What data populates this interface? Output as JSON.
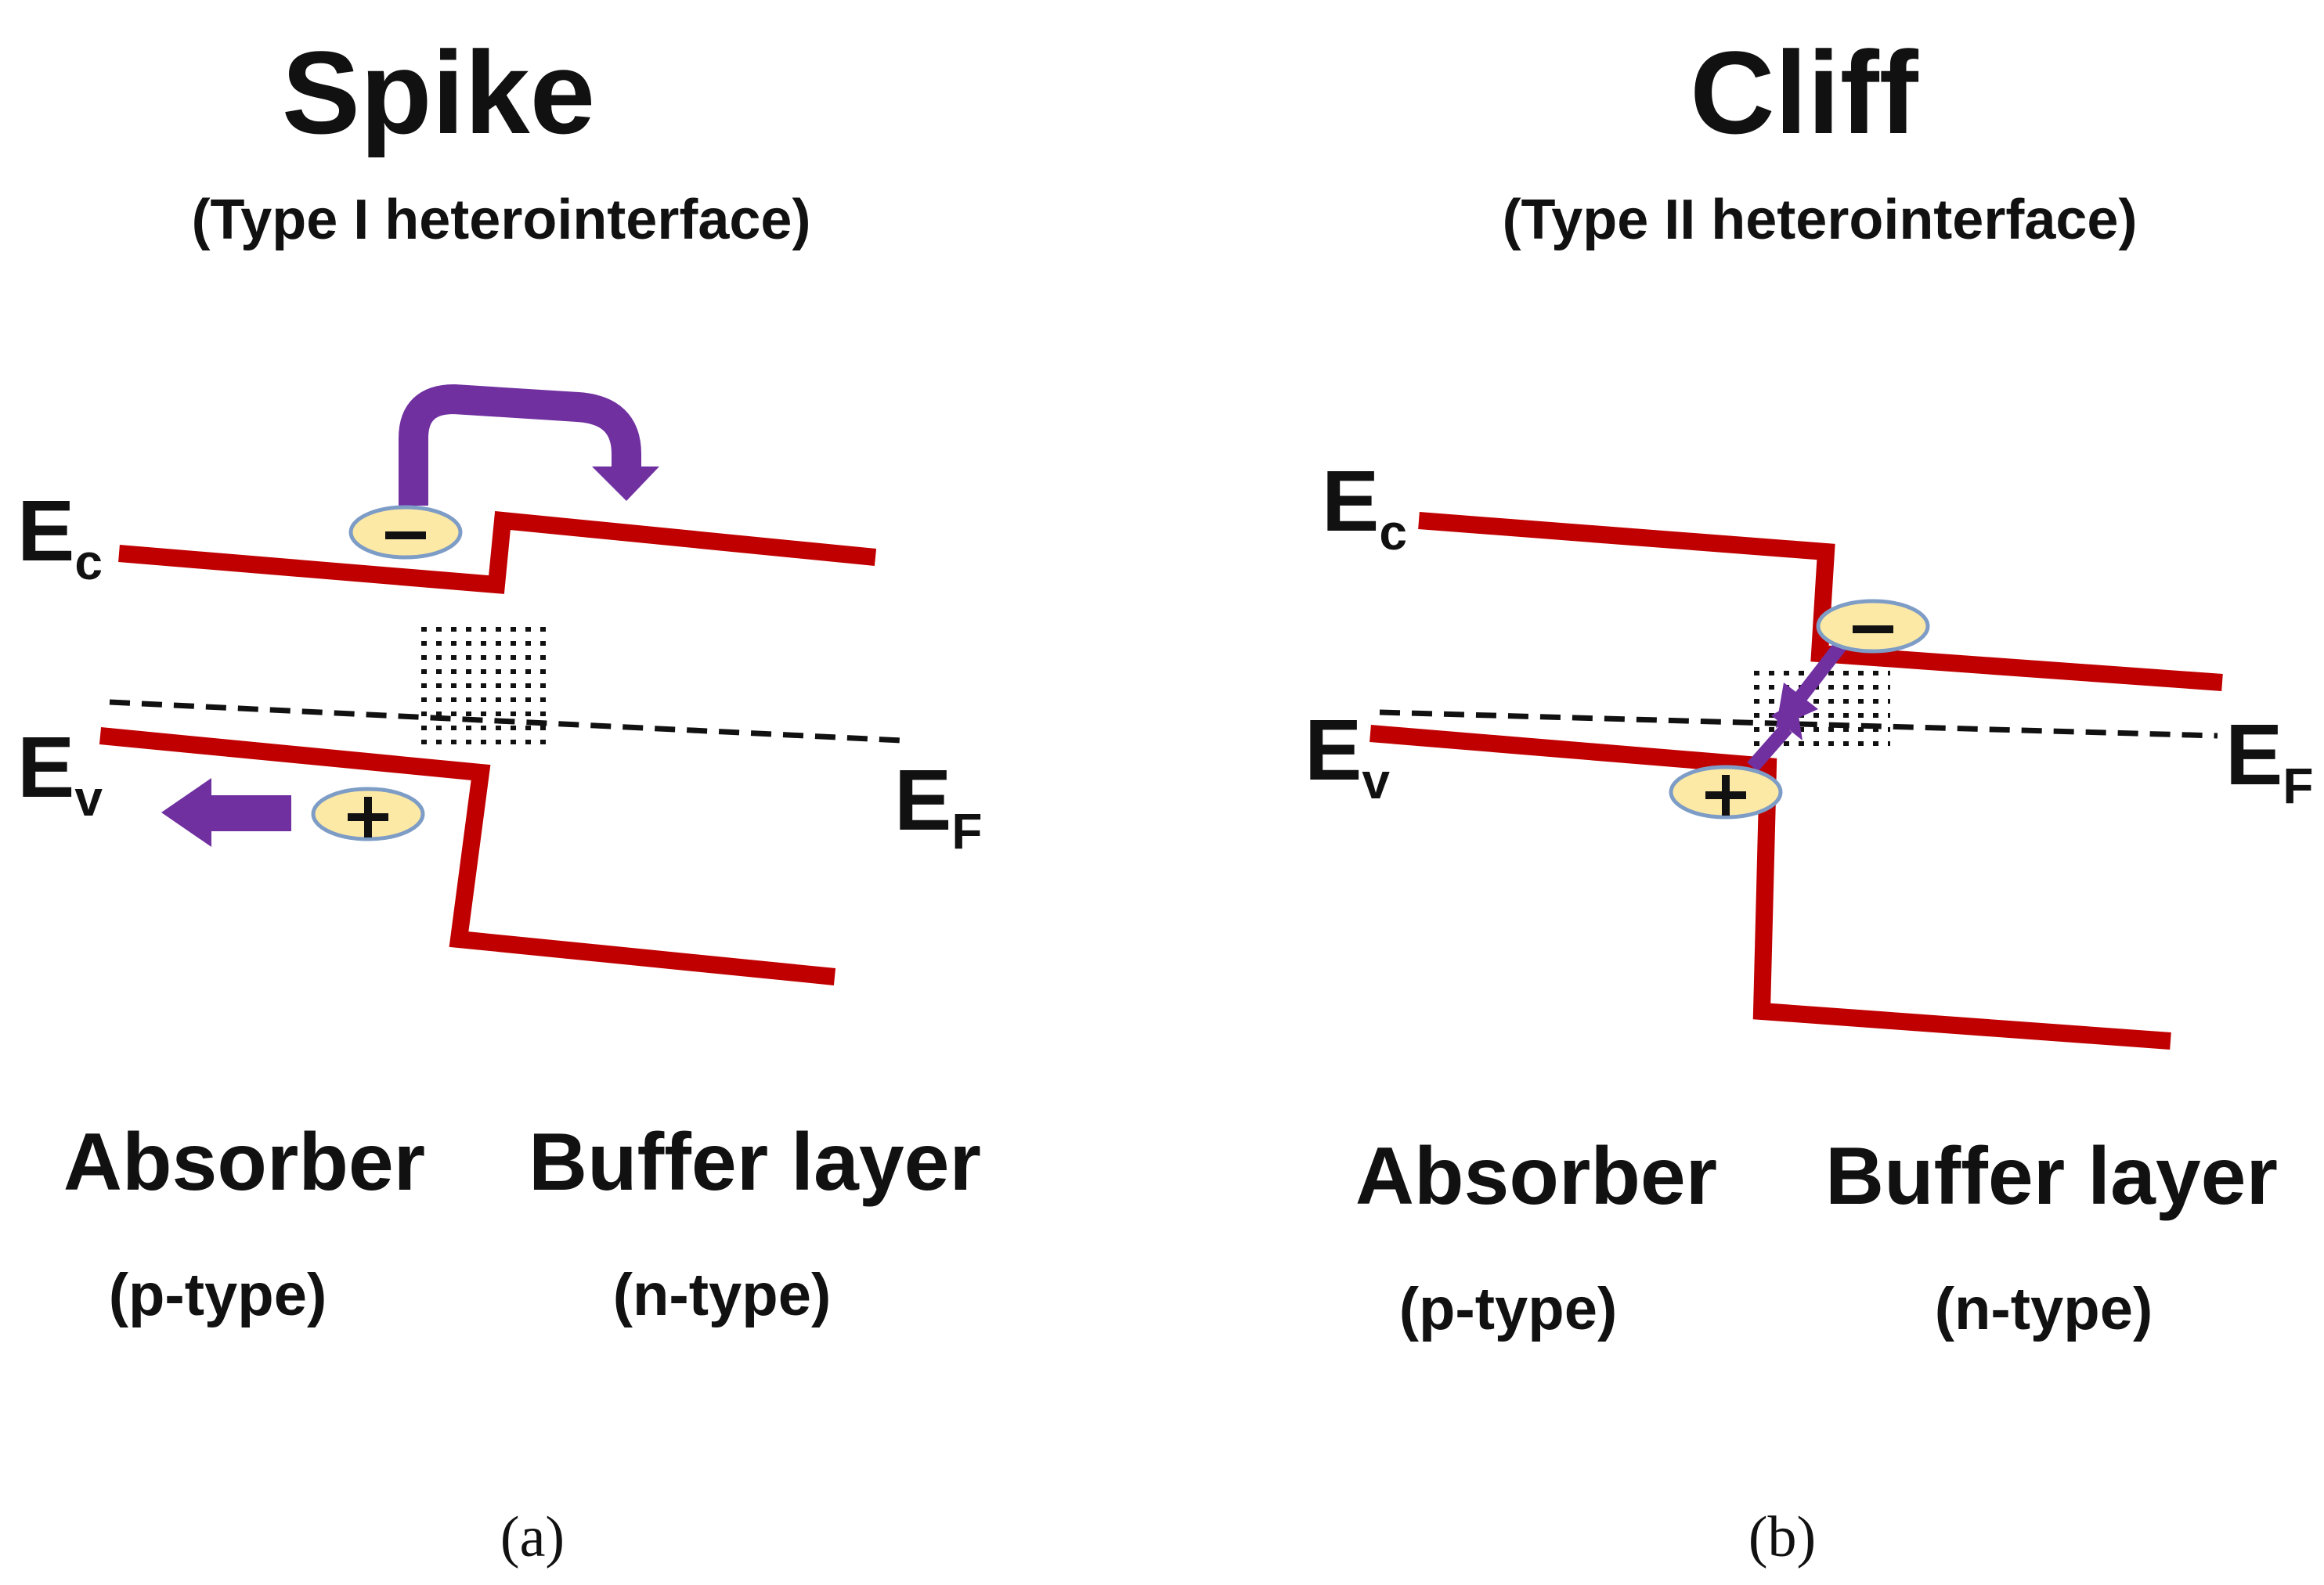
{
  "panels": [
    {
      "id": "a",
      "title": "Spike",
      "subtitle": "(Type I heterointerface)",
      "conduction_band_label": {
        "main": "E",
        "sub": "c"
      },
      "valence_band_label": {
        "main": "E",
        "sub": "v"
      },
      "fermi_level_label": {
        "main": "E",
        "sub": "F"
      },
      "electron_sign": "−",
      "hole_sign": "+",
      "left_material": "Absorber",
      "left_type": "(p-type)",
      "right_material": "Buffer layer",
      "right_type": "(n-type)",
      "caption": "(a)"
    },
    {
      "id": "b",
      "title": "Cliff",
      "subtitle": "(Type II heterointerface)",
      "conduction_band_label": {
        "main": "E",
        "sub": "c"
      },
      "valence_band_label": {
        "main": "E",
        "sub": "v"
      },
      "fermi_level_label": {
        "main": "E",
        "sub": "F"
      },
      "electron_sign": "−",
      "hole_sign": "+",
      "left_material": "Absorber",
      "left_type": "(p-type)",
      "right_material": "Buffer layer",
      "right_type": "(n-type)",
      "caption": "(b)"
    }
  ],
  "colors": {
    "band_edge": "#c00000",
    "carrier_flow_arrow": "#7030a0",
    "carrier_fill": "#fde9a6",
    "carrier_outline": "#7d9cc6",
    "fermi_level": "#111111"
  }
}
